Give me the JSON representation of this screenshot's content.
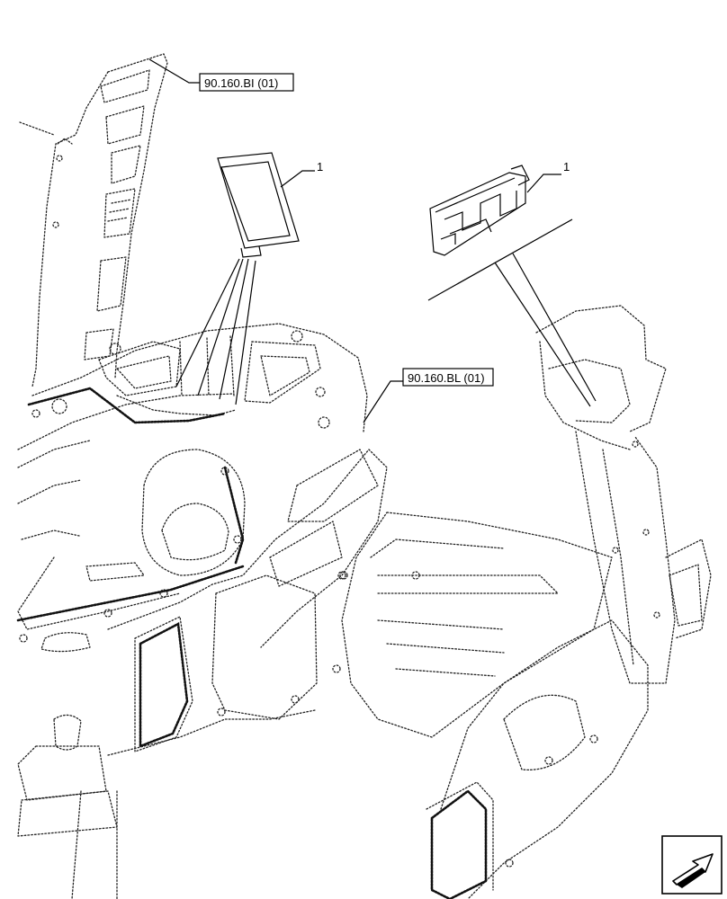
{
  "references": {
    "upper": "90.160.BI (01)",
    "middle": "90.160.BL (01)"
  },
  "item_labels": {
    "panel": "1",
    "clip": "1"
  },
  "nav_icon": "next-page-arrow-icon"
}
